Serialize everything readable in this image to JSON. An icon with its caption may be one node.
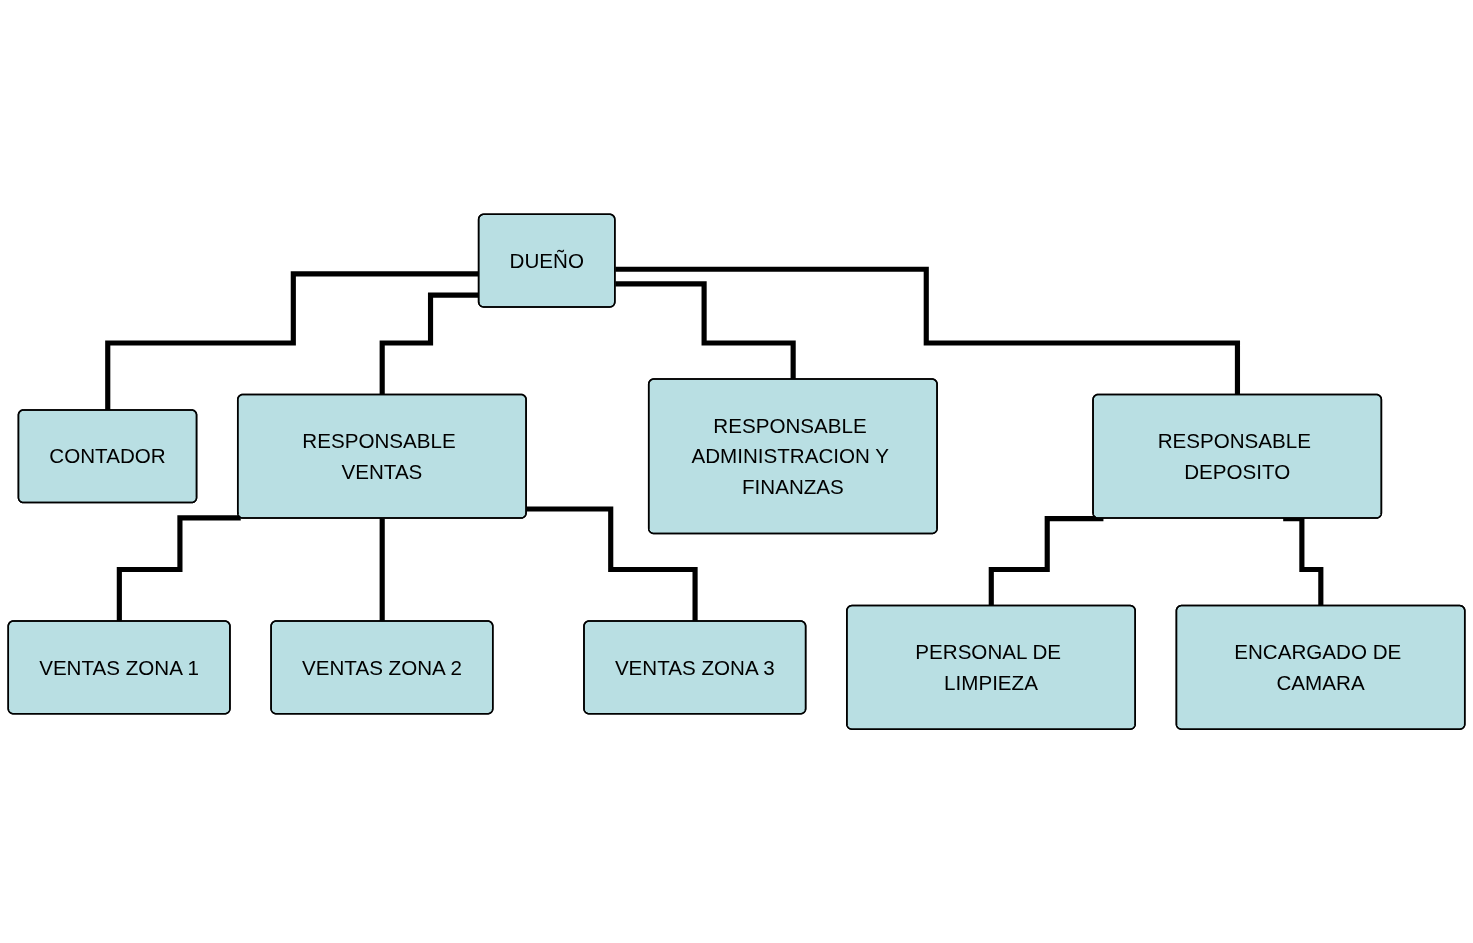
{
  "diagram": {
    "nodes": [
      {
        "text": [
          "DUEÑO"
        ]
      },
      {
        "text": [
          "CONTADOR"
        ]
      },
      {
        "text": [
          "RESPONSABLE VENTAS"
        ]
      },
      {
        "text": [
          "RESPONSABLE ADMINISTRACION Y FINANZAS"
        ]
      },
      {
        "text": [
          "RESPONSABLE DEPOSITO"
        ]
      },
      {
        "text": [
          "VENTAS ZONA 1"
        ]
      },
      {
        "text": [
          "VENTAS ZONA 2"
        ]
      },
      {
        "text": [
          "VENTAS ZONA 3"
        ]
      },
      {
        "text": [
          "PERSONAL DE LIMPIEZA"
        ]
      },
      {
        "text": [
          "ENCARGADO DE CAMARA"
        ]
      }
    ],
    "edges": [
      {
        "from": 0,
        "to": 1,
        "arrow": "none"
      },
      {
        "from": 0,
        "to": 2,
        "arrow": "none"
      },
      {
        "from": 0,
        "to": 3,
        "arrow": "none"
      },
      {
        "from": 0,
        "to": 4,
        "arrow": "none"
      },
      {
        "from": 2,
        "to": 5,
        "arrow": "none"
      },
      {
        "from": 2,
        "to": 6,
        "arrow": "none"
      },
      {
        "from": 2,
        "to": 7,
        "arrow": "none"
      },
      {
        "from": 4,
        "to": 8,
        "arrow": "none"
      },
      {
        "from": 4,
        "to": 9,
        "arrow": "none"
      }
    ]
  }
}
